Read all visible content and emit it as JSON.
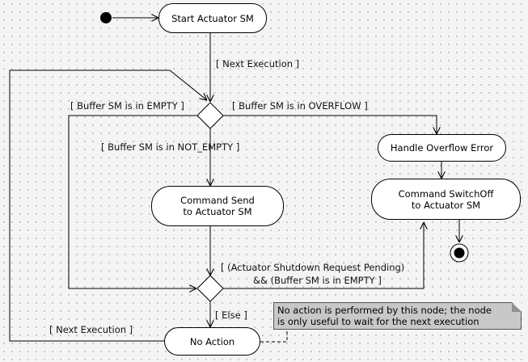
{
  "nodes": {
    "start_actuator": "Start Actuator SM",
    "handle_overflow": "Handle Overflow Error",
    "command_send": "Command Send\nto Actuator SM",
    "command_switchoff": "Command SwitchOff\nto Actuator SM",
    "no_action": "No Action"
  },
  "guards": {
    "next_execution_top": "[ Next Execution ]",
    "buffer_empty": "[ Buffer SM is in EMPTY ]",
    "buffer_overflow": "[ Buffer SM is in OVERFLOW ]",
    "buffer_not_empty": "[ Buffer SM is in NOT_EMPTY ]",
    "shutdown_line1": "[ (Actuator Shutdown Request Pending)",
    "shutdown_line2": "&& (Buffer SM is in EMPTY ]",
    "else": "[ Else ]",
    "next_execution_bottom": "[ Next Execution ]"
  },
  "note": {
    "line1": "No action is performed by this node; the node",
    "line2": "is only useful to wait for the next execution"
  }
}
